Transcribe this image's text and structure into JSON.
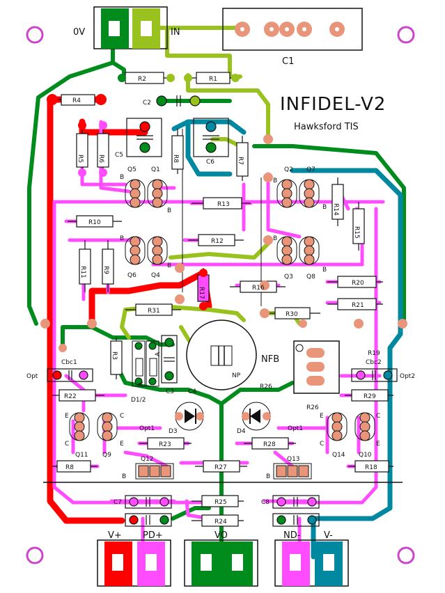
{
  "board": {
    "title": "INFIDEL-V2",
    "subtitle": "Hawksford TIS"
  },
  "colors": {
    "red": "#ff0000",
    "green": "#008c1c",
    "lime": "#99c21e",
    "magenta": "#ff4cff",
    "teal": "#0088a0",
    "pad": "#e8957a",
    "hole": "#cc44cc"
  },
  "connectors": {
    "in": {
      "left": "0V",
      "right": "IN"
    },
    "bottom": {
      "v_plus": "V+",
      "pd_plus": "PD+",
      "vo": "VO",
      "nd_minus": "ND-",
      "v_minus": "V-"
    }
  },
  "labels": {
    "C1": "C1",
    "R1": "R1",
    "R2": "R2",
    "C2": "C2",
    "R4": "R4",
    "R5": "R5",
    "R6": "R6",
    "C5": "C5",
    "R8": "R8",
    "C6": "C6",
    "R7": "R7",
    "Q5": "Q5",
    "Q1": "Q1",
    "Q2": "Q2",
    "Q7": "Q7",
    "Q6": "Q6",
    "Q4": "Q4",
    "Q3": "Q3",
    "Q8": "Q8",
    "R13": "R13",
    "R14": "R14",
    "R15": "R15",
    "R10": "R10",
    "R12": "R12",
    "R11": "R11",
    "R9": "R9",
    "R17": "R17",
    "R16": "R16",
    "R20": "R20",
    "R21": "R21",
    "R31": "R31",
    "R30": "R30",
    "R3": "R3",
    "C3": "C3",
    "C4": "C4",
    "NFB": "NFB",
    "NP": "NP",
    "R19": "R19",
    "Cbc1": "Cbc1",
    "Cbc2": "Cbc2",
    "Opt": "Opt",
    "Opt2": "Opt2",
    "D1_2": "D1/2",
    "R22": "R22",
    "R29": "R29",
    "R26a": "R26",
    "R26b": "R26",
    "Opt1a": "Opt1",
    "Opt1b": "Opt1",
    "D3": "D3",
    "D4": "D4",
    "R23": "R23",
    "R28": "R28",
    "Q11": "Q11",
    "Q9": "Q9",
    "Q14": "Q14",
    "Q10": "Q10",
    "R8b": "R8",
    "R18": "R18",
    "Q12": "Q12",
    "Q13": "Q13",
    "R27": "R27",
    "C7": "C7",
    "C8": "C8",
    "R25": "R25",
    "R24": "R24",
    "B": "B",
    "C": "C",
    "E": "E",
    "A": "A"
  }
}
